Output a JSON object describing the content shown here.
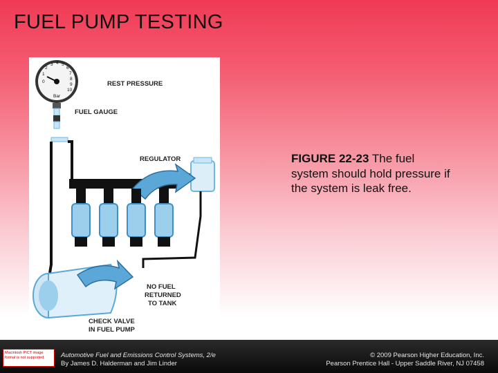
{
  "slide": {
    "title": "FUEL PUMP TESTING",
    "caption": {
      "figure_label": "FIGURE 22-23",
      "text": " The fuel system should hold pressure if the system is leak free."
    }
  },
  "figure": {
    "labels": {
      "rest_pressure": "REST PRESSURE",
      "fuel_gauge": "FUEL GAUGE",
      "regulator": "REGULATOR",
      "no_fuel_1": "NO FUEL",
      "no_fuel_2": "RETURNED",
      "no_fuel_3": "TO TANK",
      "check_valve_1": "CHECK VALVE",
      "check_valve_2": "IN FUEL PUMP"
    },
    "gauge": {
      "numbers": [
        "0",
        "1",
        "2",
        "3",
        "4",
        "5",
        "6",
        "7",
        "8",
        "9",
        "10"
      ],
      "unit": "Bar"
    }
  },
  "footer": {
    "logo_text": "Macintosh PICT image format is not supported",
    "book_title": "Automotive Fuel and Emissions Control Systems, 2/e",
    "authors": "By James D. Halderman and Jim Linder",
    "copyright": "© 2009 Pearson Higher Education, Inc.",
    "publisher": "Pearson Prentice Hall - Upper Saddle River, NJ 07458"
  },
  "colors": {
    "header_red": "#f03a55",
    "injector_blue": "#6fb7e0",
    "arrow_blue": "#5aa7d8",
    "footer_black": "#111111"
  }
}
